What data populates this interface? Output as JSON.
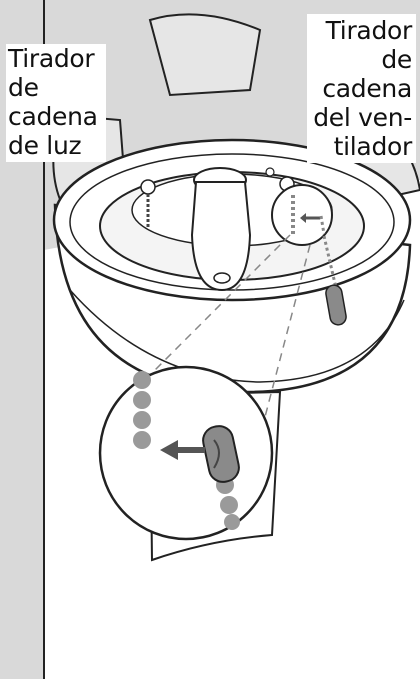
{
  "labels": {
    "light_chain": [
      "Tirador",
      "de",
      "cadena",
      "de luz"
    ],
    "fan_chain": [
      "Tirador",
      "de",
      "cadena",
      "del ven-",
      "tilador"
    ]
  },
  "colors": {
    "background_panel": "#d9d9d9",
    "line": "#222222",
    "chain_bead": "#9a9a9a",
    "arrow": "#555555"
  },
  "icons": [
    "ceiling-fan-drawing",
    "pull-chain-icon",
    "arrow-left-icon",
    "magnifier-circle-icon"
  ]
}
